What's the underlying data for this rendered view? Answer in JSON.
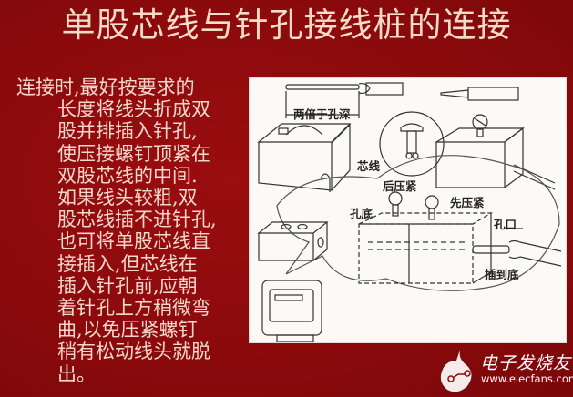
{
  "slide": {
    "title": "单股芯线与针孔接线桩的连接",
    "background_color": "#8c0a0c",
    "text_color": "#f4d8cc",
    "body_lines": [
      "连接时,最好按要求的",
      "长度将线头折成双",
      "股并排插入针孔,",
      "使压接螺钉顶紧在",
      "双股芯线的中间.",
      "如果线头较粗,双",
      "股芯线插不进针孔,",
      "也可将单股芯线直",
      "接插入,但芯线在",
      "插入针孔前,应朝",
      "着针孔上方稍微弯",
      "曲,以免压紧螺钉",
      "稍有松动线头就脱",
      "出。"
    ]
  },
  "diagram": {
    "labels": {
      "twice_hole_depth": "两倍于孔深",
      "core_wire": "芯线",
      "press_later": "后压紧",
      "press_first": "先压紧",
      "hole_bottom": "孔底",
      "hole_mouth": "孔口",
      "insert_to_bottom": "插到底"
    }
  },
  "watermark": {
    "brand_cn": "电子发烧友",
    "url": "www.elecfans.com"
  }
}
